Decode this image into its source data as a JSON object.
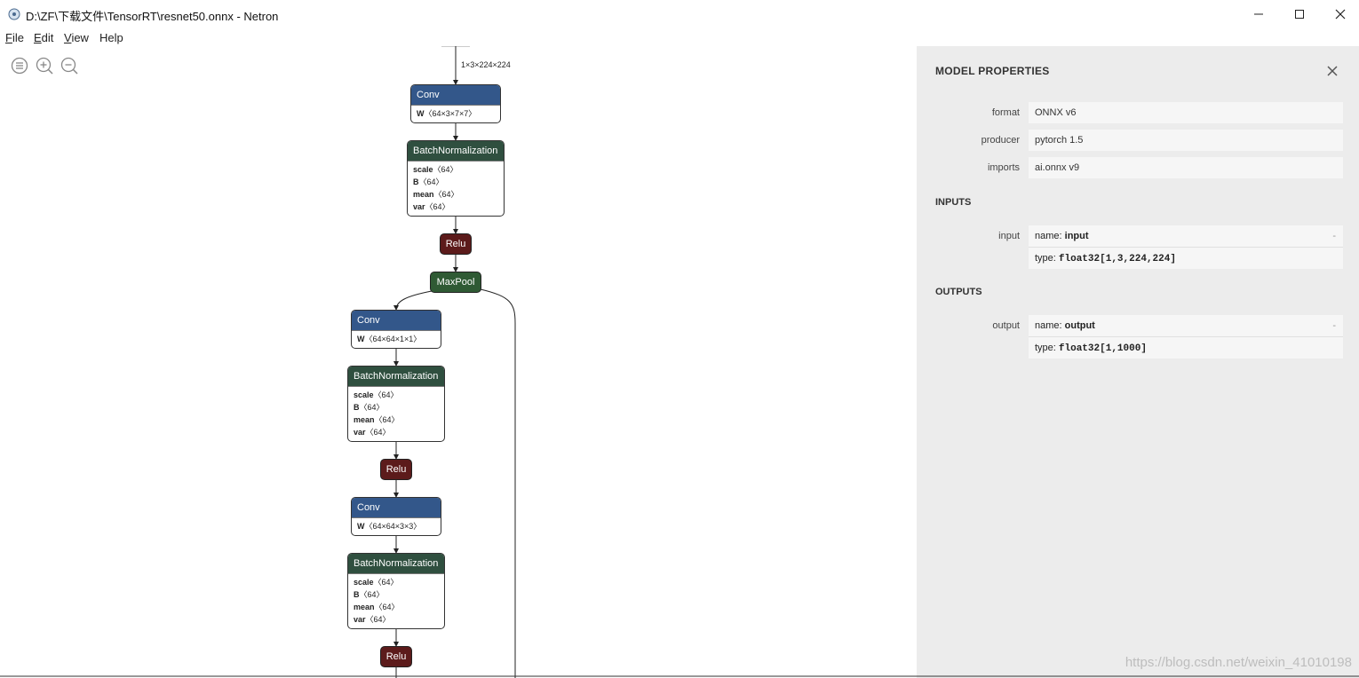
{
  "window": {
    "title": "D:\\ZF\\下载文件\\TensorRT\\resnet50.onnx - Netron",
    "minimize_glyph": "—",
    "maximize_glyph": "☐",
    "close_glyph": "✕"
  },
  "menu": {
    "items": [
      {
        "underline": "F",
        "rest": "ile"
      },
      {
        "underline": "E",
        "rest": "dit"
      },
      {
        "underline": "V",
        "rest": "iew"
      },
      {
        "underline": "",
        "rest": "Help"
      }
    ]
  },
  "toolbar": {
    "icons": [
      "menu-icon",
      "zoom-in-icon",
      "zoom-out-icon"
    ]
  },
  "graph": {
    "input_shape": "1×3×224×224",
    "nodes": {
      "conv1": {
        "op": "Conv",
        "attrs": [
          {
            "name": "W",
            "value": "〈64×3×7×7〉"
          }
        ]
      },
      "bn1": {
        "op": "BatchNormalization",
        "attrs": [
          {
            "name": "scale",
            "value": "〈64〉"
          },
          {
            "name": "B",
            "value": "〈64〉"
          },
          {
            "name": "mean",
            "value": "〈64〉"
          },
          {
            "name": "var",
            "value": "〈64〉"
          }
        ]
      },
      "relu1": {
        "op": "Relu"
      },
      "maxpool": {
        "op": "MaxPool"
      },
      "conv2": {
        "op": "Conv",
        "attrs": [
          {
            "name": "W",
            "value": "〈64×64×1×1〉"
          }
        ]
      },
      "bn2": {
        "op": "BatchNormalization",
        "attrs": [
          {
            "name": "scale",
            "value": "〈64〉"
          },
          {
            "name": "B",
            "value": "〈64〉"
          },
          {
            "name": "mean",
            "value": "〈64〉"
          },
          {
            "name": "var",
            "value": "〈64〉"
          }
        ]
      },
      "relu2": {
        "op": "Relu"
      },
      "conv3": {
        "op": "Conv",
        "attrs": [
          {
            "name": "W",
            "value": "〈64×64×3×3〉"
          }
        ]
      },
      "bn3": {
        "op": "BatchNormalization",
        "attrs": [
          {
            "name": "scale",
            "value": "〈64〉"
          },
          {
            "name": "B",
            "value": "〈64〉"
          },
          {
            "name": "mean",
            "value": "〈64〉"
          },
          {
            "name": "var",
            "value": "〈64〉"
          }
        ]
      },
      "relu3": {
        "op": "Relu"
      }
    }
  },
  "panel": {
    "title": "MODEL PROPERTIES",
    "close_glyph": "✕",
    "properties": [
      {
        "label": "format",
        "value": "ONNX v6"
      },
      {
        "label": "producer",
        "value": "pytorch 1.5"
      },
      {
        "label": "imports",
        "value": "ai.onnx v9"
      }
    ],
    "inputs_title": "INPUTS",
    "input": {
      "label": "input",
      "name_prefix": "name: ",
      "name": "input",
      "type_prefix": "type: ",
      "type": "float32[1,3,224,224]",
      "dash": "-"
    },
    "outputs_title": "OUTPUTS",
    "output": {
      "label": "output",
      "name_prefix": "name: ",
      "name": "output",
      "type_prefix": "type: ",
      "type": "float32[1,1000]",
      "dash": "-"
    }
  },
  "watermark": "https://blog.csdn.net/weixin_41010198",
  "colors": {
    "conv": "#33578a",
    "batchnorm": "#2f4f3f",
    "relu": "#5c1b1b",
    "maxpool": "#2f5a34",
    "panel_bg": "#ececec"
  }
}
